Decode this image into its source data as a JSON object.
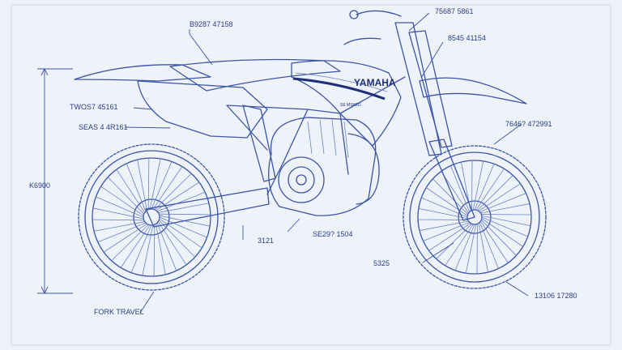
{
  "brand": "YAMAHA",
  "decal_small": "SE MSH2D",
  "callouts": {
    "top_seat": "B9287 47158",
    "top_bars": "75687 5861",
    "fork_top": "8545 41154",
    "side_panel": "TWOS7 45161",
    "rear_fender": "SEAS 4 4R161",
    "front_wheel": "7646? 472991",
    "left_height": "K6900",
    "swingarm": "3121",
    "engine": "SE29? 1504",
    "front_hub": "5325",
    "front_bottom": "13106 17280",
    "fork_travel": "FORK TRAVEL"
  },
  "colors": {
    "line": "#3b55a8",
    "background": "#eef2f9",
    "accent_stripe": "#1f2f78"
  }
}
